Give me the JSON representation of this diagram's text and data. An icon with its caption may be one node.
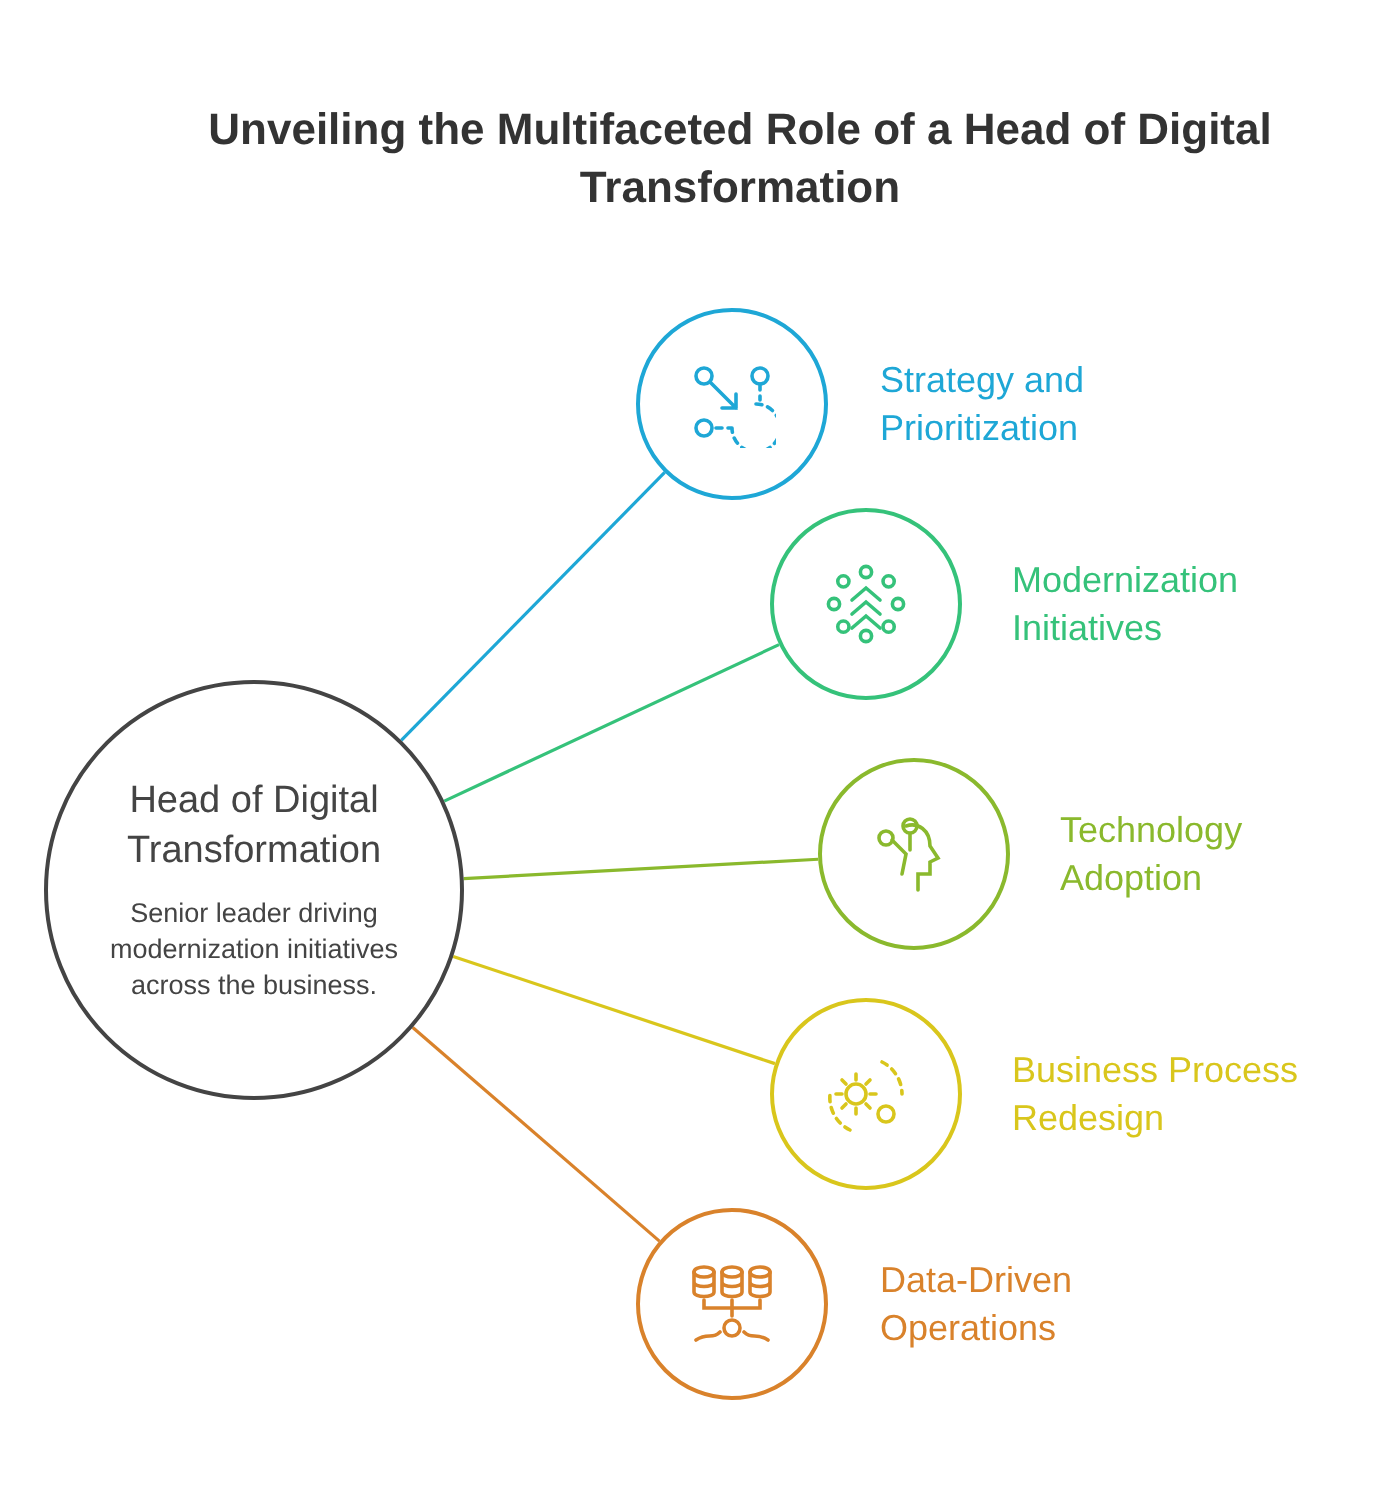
{
  "diagram": {
    "title": "Unveiling the Multifaceted Role of a Head of Digital Transformation",
    "nodes": [
      {
        "text": [
          "Head of Digital Transformation",
          "Senior leader driving modernization initiatives across the business."
        ]
      },
      {
        "text": [],
        "shape": "circle",
        "beside": [
          "Strategy and Prioritization"
        ]
      },
      {
        "text": [],
        "shape": "circle",
        "beside": [
          "Modernization Initiatives"
        ]
      },
      {
        "text": [],
        "shape": "circle",
        "beside": [
          "Technology Adoption"
        ]
      },
      {
        "text": [],
        "shape": "circle",
        "beside": [
          "Business Process Redesign"
        ]
      },
      {
        "text": [],
        "shape": "circle",
        "beside": [
          "Data-Driven Operations"
        ]
      }
    ],
    "edges": [
      {
        "from": 0,
        "to": 1,
        "arrow": "none",
        "color": "#1ea7d6"
      },
      {
        "from": 0,
        "to": 2,
        "arrow": "none",
        "color": "#35c27a"
      },
      {
        "from": 0,
        "to": 3,
        "arrow": "none",
        "color": "#8ab92d"
      },
      {
        "from": 0,
        "to": 4,
        "arrow": "none",
        "color": "#d9c61c"
      },
      {
        "from": 0,
        "to": 5,
        "arrow": "none",
        "color": "#d9822b"
      }
    ]
  }
}
